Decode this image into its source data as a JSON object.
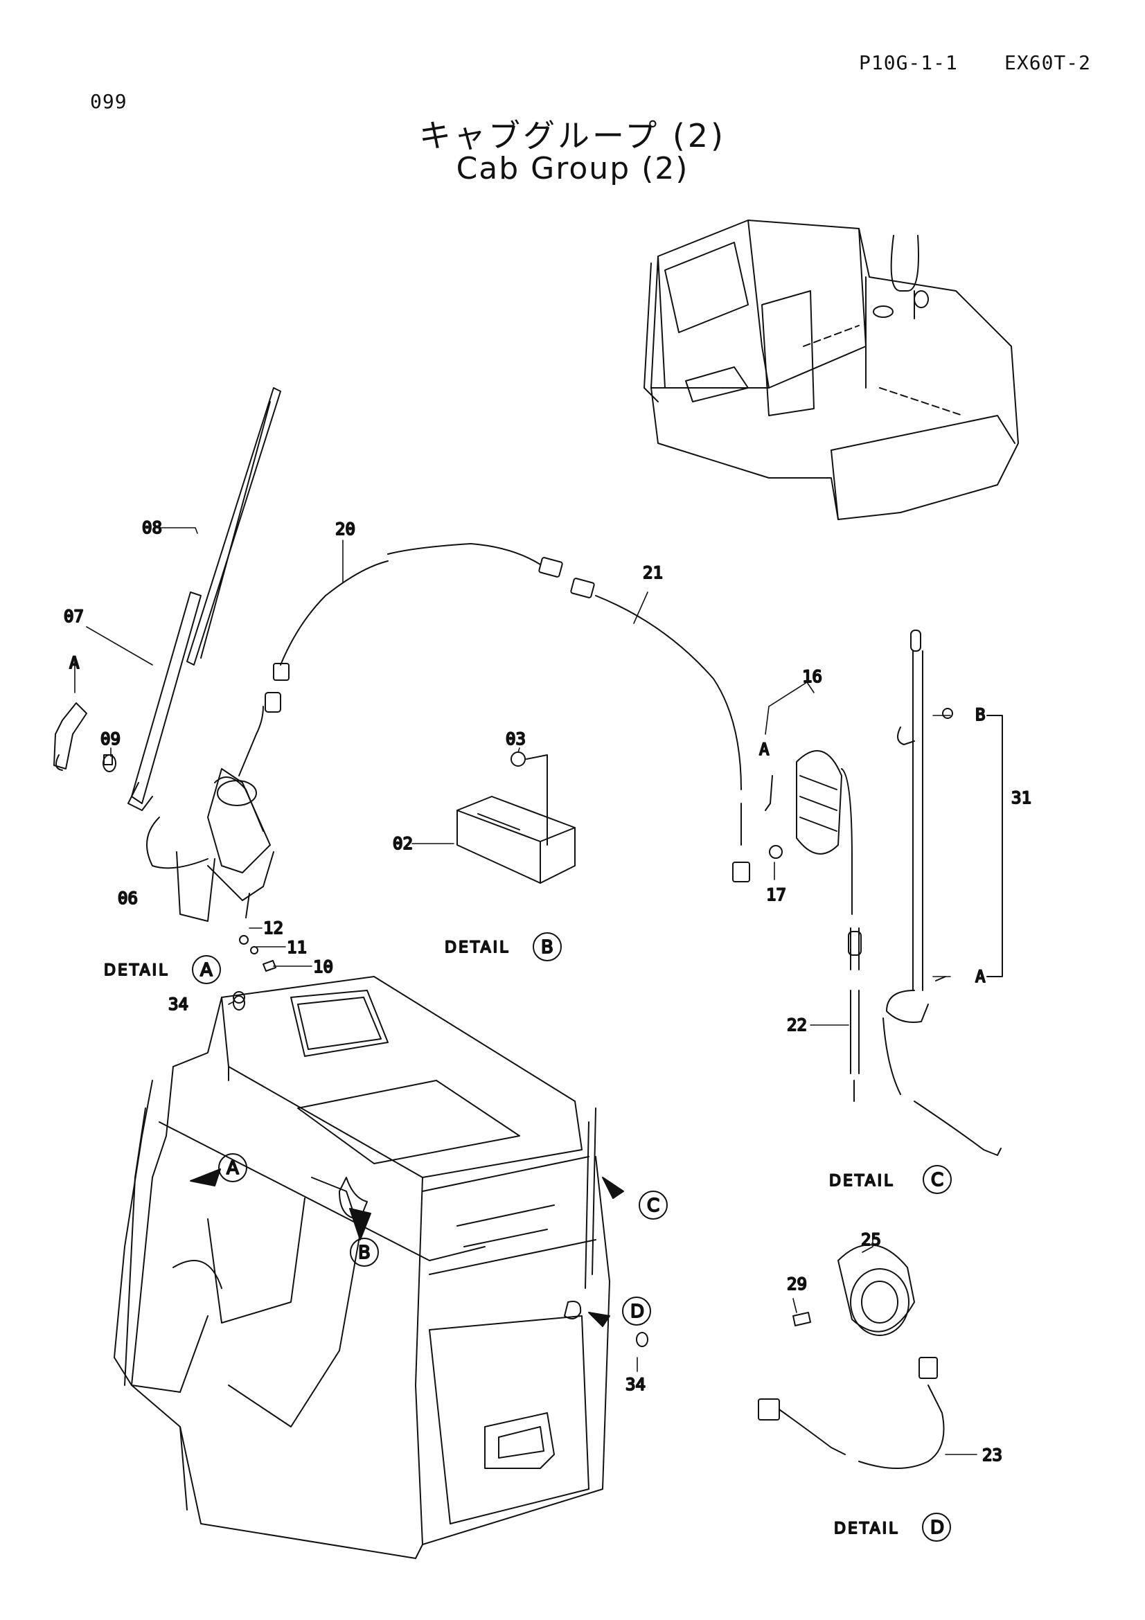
{
  "header": {
    "page_number": "099",
    "page_code": "P10G-1-1",
    "model": "EX60T-2"
  },
  "title": {
    "japanese": "キャブグループ (2)",
    "english": "Cab Group (2)"
  },
  "part_numbers": {
    "p02": "02",
    "p03": "03",
    "p06": "06",
    "p07": "07",
    "p08": "08",
    "p09": "09",
    "p10": "10",
    "p11": "11",
    "p12": "12",
    "p16": "16",
    "p17": "17",
    "p20": "20",
    "p21": "21",
    "p22": "22",
    "p23": "23",
    "p25": "25",
    "p29": "29",
    "p31": "31",
    "p34a": "34",
    "p34b": "34"
  },
  "details": {
    "label": "DETAIL",
    "a": "A",
    "b": "B",
    "c": "C",
    "d": "D"
  },
  "callouts": {
    "a_ref1": "A",
    "a_ref2": "A",
    "a_ref3": "A",
    "b_ref": "B",
    "cab_a": "A",
    "cab_b": "B",
    "cab_c": "C",
    "cab_d": "D"
  }
}
